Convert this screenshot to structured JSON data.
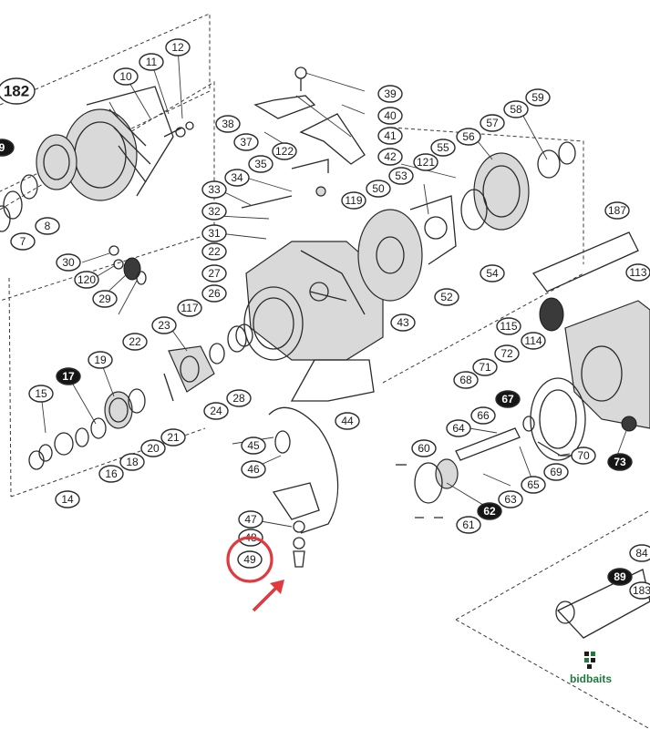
{
  "diagram": {
    "callouts": [
      "182",
      "12",
      "11",
      "10",
      "9",
      "8",
      "7",
      "39",
      "40",
      "38",
      "37",
      "41",
      "122",
      "42",
      "35",
      "34",
      "33",
      "53",
      "121",
      "56",
      "55",
      "57",
      "58",
      "59",
      "50",
      "119",
      "32",
      "31",
      "22",
      "30",
      "120",
      "29",
      "27",
      "26",
      "117",
      "23",
      "22",
      "19",
      "17",
      "15",
      "18",
      "16",
      "14",
      "54",
      "52",
      "43",
      "187",
      "113",
      "115",
      "114",
      "72",
      "71",
      "68",
      "67",
      "66",
      "64",
      "60",
      "62",
      "63",
      "61",
      "65",
      "69",
      "70",
      "73",
      "45",
      "46",
      "47",
      "48",
      "49",
      "44",
      "21",
      "20",
      "24",
      "28",
      "84",
      "89",
      "183"
    ],
    "dark_callouts": [
      "9",
      "17",
      "67",
      "62",
      "73",
      "89"
    ],
    "highlight": {
      "label": "49",
      "color": "#e0393e"
    }
  },
  "watermark": {
    "brand": "bidbaits",
    "accent_color": "#1d7a3a"
  }
}
